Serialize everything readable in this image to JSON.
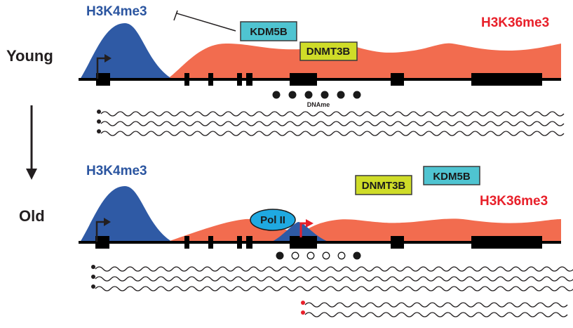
{
  "colors": {
    "h3k4me3": "#2f5aa5",
    "h3k4me3_label": "#2b55a0",
    "h3k36me3": "#f26c4f",
    "h3k36me3_label": "#e8202a",
    "kdm5b": "#4fc4d1",
    "dnmt3b": "#cfdc28",
    "pol2": "#1fa9e1",
    "cryptic_tss": "#e8202a",
    "gene": "#000000"
  },
  "panels": [
    {
      "stage": "Young",
      "h3k4me3_label": "H3K4me3",
      "h3k36me3_label": "H3K36me3",
      "kdm5b_label": "KDM5B",
      "dnmt3b_label": "DNMT3B",
      "kdm5b_inhibits_h3k4me3": true,
      "dna_methylation_label": "DNAme",
      "cpg_sites": [
        "methylated",
        "methylated",
        "methylated",
        "methylated",
        "methylated",
        "methylated"
      ],
      "full_length_transcripts": 3,
      "cryptic_transcripts": 0
    },
    {
      "stage": "Old",
      "h3k4me3_label": "H3K4me3",
      "h3k36me3_label": "H3K36me3",
      "kdm5b_label": "KDM5B",
      "dnmt3b_label": "DNMT3B",
      "pol2_label": "Pol II",
      "cpg_sites": [
        "methylated",
        "unmethylated",
        "unmethylated",
        "unmethylated",
        "unmethylated",
        "methylated"
      ],
      "full_length_transcripts": 3,
      "cryptic_transcripts": 2
    }
  ],
  "transition": "young-to-old-arrow"
}
